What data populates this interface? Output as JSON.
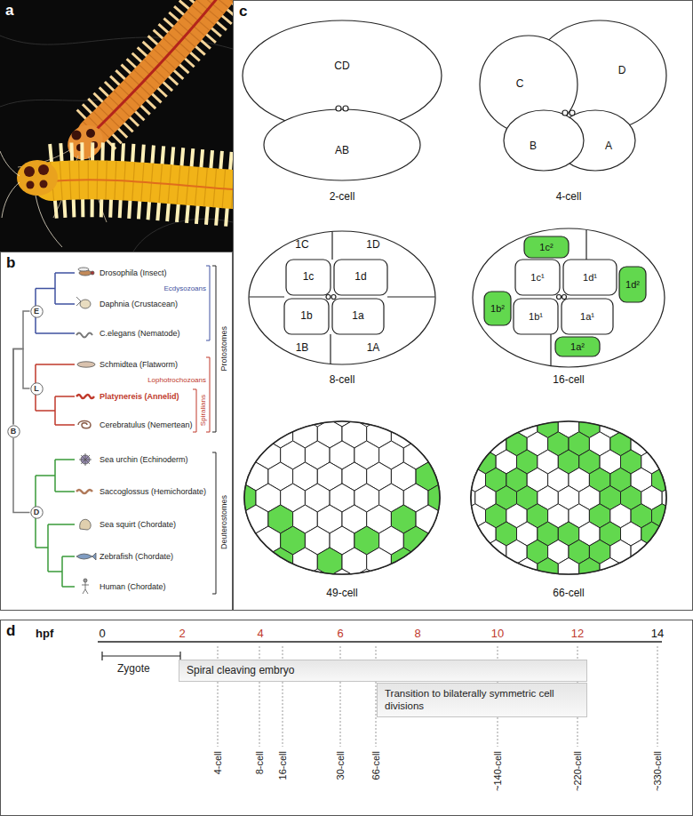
{
  "diagram": {
    "nodes": [
      {
        "text": [
          "a"
        ]
      },
      {
        "text": [
          "b"
        ]
      },
      {
        "text": [
          "E"
        ],
        "in": 1
      },
      {
        "text": [
          "L"
        ],
        "in": 1
      },
      {
        "text": [
          "B"
        ],
        "in": 1
      },
      {
        "text": [
          "D"
        ],
        "in": 1
      },
      {
        "text": [
          "c"
        ]
      },
      {
        "text": [
          "d"
        ]
      },
      {
        "text": [
          "Spiral cleaving embryo"
        ],
        "in": 7
      },
      {
        "text": [
          "Transition to bilaterally symmetric cell divisions"
        ],
        "in": 7
      }
    ],
    "edges": [
      {
        "from": 4,
        "to": 2,
        "arrow": "none"
      },
      {
        "from": 4,
        "to": 3,
        "arrow": "none"
      },
      {
        "from": 4,
        "to": 5,
        "arrow": "none"
      }
    ],
    "labels": [
      "Drosophila (Insect)",
      "Daphnia (Crustacean)",
      "C.elegans (Nematode)",
      "Schmidtea (Flatworm)",
      "Platynereis (Annelid)",
      "Cerebratulus (Nemertean)",
      "Sea urchin (Echinoderm)",
      "Saccoglossus (Hemichordate)",
      "Sea squirt (Chordate)",
      "Zebrafish (Chordate)",
      "Human (Chordate)",
      "Ecdysozoans",
      "Lophotrochozoans",
      "Spiralians",
      "Protostomes",
      "Deuterostomes",
      "CD",
      "AB",
      "2-cell",
      "C",
      "D",
      "B",
      "A",
      "4-cell",
      "1D",
      "1C",
      "1c",
      "1d",
      "1b",
      "1a",
      "1A",
      "1B",
      "8-cell",
      "1c²",
      "1c¹",
      "1d¹",
      "1d²",
      "1b¹",
      "1a¹",
      "1b²",
      "1a²",
      "16-cell",
      "49-cell",
      "66-cell",
      "hpf",
      "0",
      "2",
      "4",
      "6",
      "8",
      "10",
      "12",
      "14",
      "Zygote",
      "4-cell",
      "8-cell",
      "16-cell",
      "30-cell",
      "66-cell",
      "~140-cell",
      "~220-cell",
      "~330-cell"
    ]
  }
}
